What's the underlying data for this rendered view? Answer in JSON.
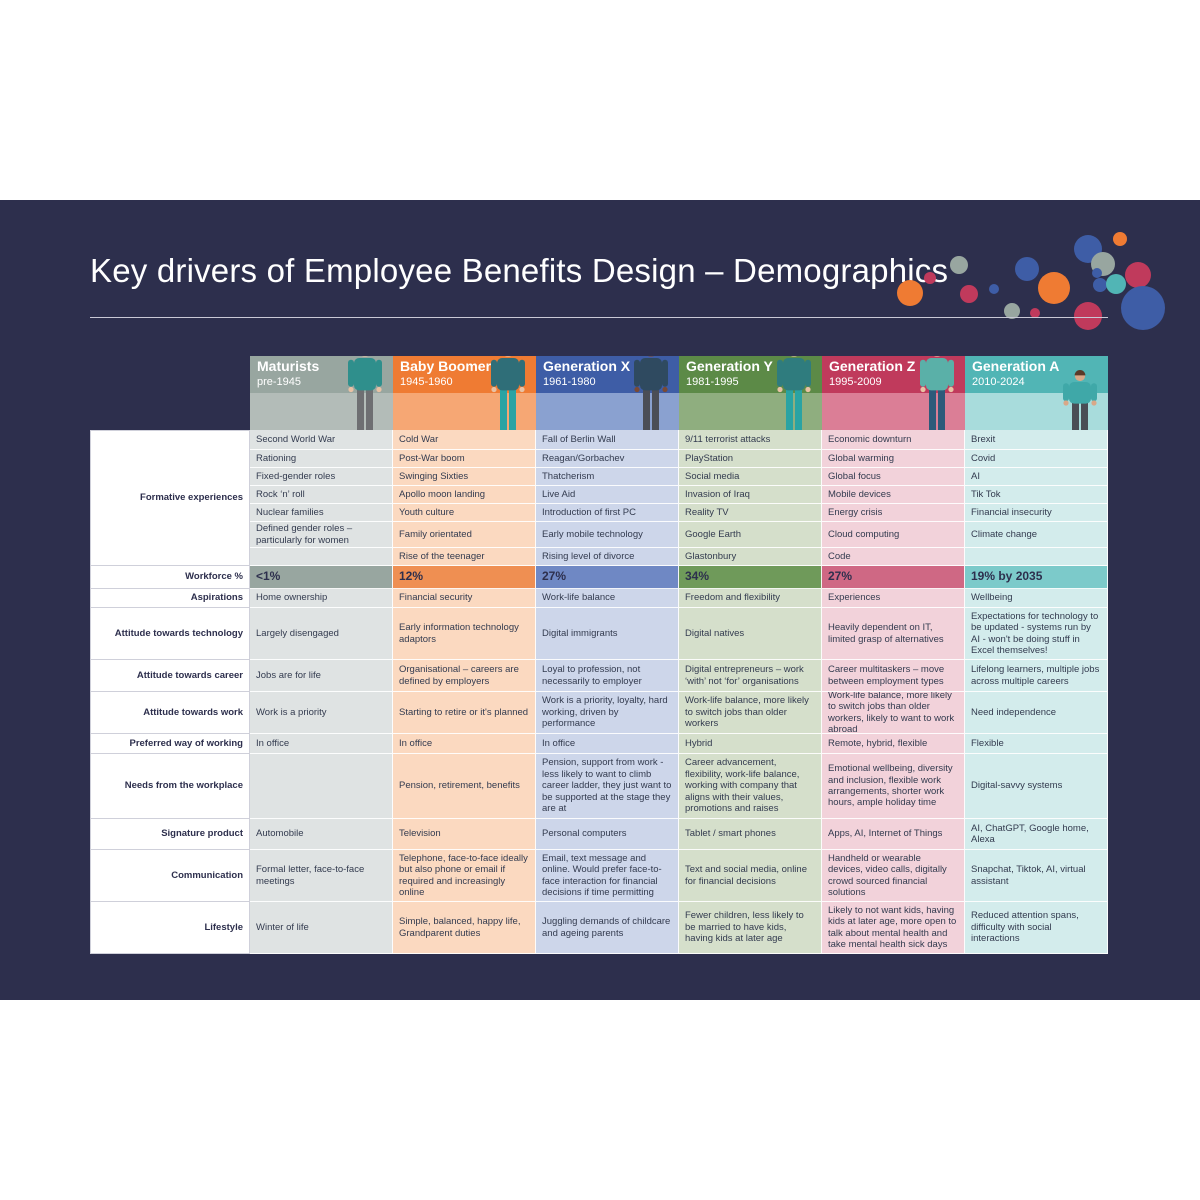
{
  "title": "Key drivers of Employee Benefits Design – Demographics",
  "colors": {
    "background": "#2d2f4d",
    "maturists": "#98a6a0",
    "baby_boomers": "#ef7b33",
    "generation_x": "#3e5da6",
    "generation_y": "#5c8a47",
    "generation_z": "#c03a5c",
    "generation_a": "#51b5b5"
  },
  "generations": [
    {
      "name": "Maturists",
      "years": "pre-1945",
      "icon": "elderly-man-figure"
    },
    {
      "name": "Baby Boomers",
      "years": "1945-1960",
      "icon": "older-woman-figure"
    },
    {
      "name": "Generation X",
      "years": "1961-1980",
      "icon": "woman-figure"
    },
    {
      "name": "Generation Y",
      "years": "1981-1995",
      "icon": "man-figure"
    },
    {
      "name": "Generation Z",
      "years": "1995-2009",
      "icon": "young-woman-figure"
    },
    {
      "name": "Generation A",
      "years": "2010-2024",
      "icon": "child-figure"
    }
  ],
  "formative_label": "Formative experiences",
  "formative": [
    [
      "Second World War",
      "Cold War",
      "Fall of Berlin Wall",
      "9/11 terrorist attacks",
      "Economic downturn",
      "Brexit"
    ],
    [
      "Rationing",
      "Post-War boom",
      "Reagan/Gorbachev",
      "PlayStation",
      "Global warming",
      "Covid"
    ],
    [
      "Fixed-gender roles",
      "Swinging Sixties",
      "Thatcherism",
      "Social media",
      "Global focus",
      "AI"
    ],
    [
      "Rock ‘n’ roll",
      "Apollo moon landing",
      "Live Aid",
      "Invasion of Iraq",
      "Mobile devices",
      "Tik Tok"
    ],
    [
      "Nuclear families",
      "Youth culture",
      "Introduction of first PC",
      "Reality TV",
      "Energy crisis",
      "Financial insecurity"
    ],
    [
      "Defined gender roles – particularly for women",
      "Family orientated",
      "Early mobile technology",
      "Google Earth",
      "Cloud computing",
      "Climate change"
    ],
    [
      "",
      "Rise of the teenager",
      "Rising level of divorce",
      "Glastonbury",
      "Code",
      ""
    ]
  ],
  "workforce": {
    "label": "Workforce %",
    "values": [
      "<1%",
      "12%",
      "27%",
      "34%",
      "27%",
      "19% by 2035"
    ]
  },
  "rows": [
    {
      "label": "Aspirations",
      "values": [
        "Home ownership",
        "Financial security",
        "Work-life balance",
        "Freedom and flexibility",
        "Experiences",
        "Wellbeing"
      ]
    },
    {
      "label": "Attitude towards technology",
      "values": [
        "Largely disengaged",
        "Early information technology adaptors",
        "Digital immigrants",
        "Digital natives",
        "Heavily dependent on IT, limited grasp of alternatives",
        "Expectations for technology to be updated - systems run by AI - won't be doing stuff in Excel themselves!"
      ]
    },
    {
      "label": "Attitude towards career",
      "values": [
        "Jobs are for life",
        "Organisational – careers are defined by employers",
        "Loyal to profession, not necessarily to employer",
        "Digital entrepreneurs – work ‘with’ not ‘for’ organisations",
        "Career multitaskers – move between employment types",
        "Lifelong learners, multiple jobs across multiple careers"
      ]
    },
    {
      "label": "Attitude towards work",
      "values": [
        "Work is a priority",
        "Starting to retire or it's planned",
        "Work is a priority, loyalty, hard working, driven by performance",
        "Work-life balance, more likely to switch jobs than older workers",
        "Work-life balance, more likely to switch jobs than older workers, likely to want to work abroad",
        "Need independence"
      ]
    },
    {
      "label": "Preferred way of working",
      "values": [
        "In office",
        "In office",
        "In office",
        "Hybrid",
        "Remote, hybrid, flexible",
        "Flexible"
      ]
    },
    {
      "label": "Needs from the workplace",
      "values": [
        "",
        "Pension, retirement, benefits",
        "Pension, support from work - less likely to want to climb career ladder, they just want to be supported at the stage they are at",
        "Career advancement, flexibility, work-life balance, working with company that aligns with their values, promotions and raises",
        "Emotional wellbeing, diversity and inclusion, flexible work arrangements, shorter work hours, ample holiday time",
        "Digital-savvy systems"
      ]
    },
    {
      "label": "Signature product",
      "values": [
        "Automobile",
        "Television",
        "Personal computers",
        "Tablet / smart phones",
        "Apps, AI, Internet of Things",
        "AI, ChatGPT, Google home, Alexa"
      ]
    },
    {
      "label": "Communication",
      "values": [
        "Formal letter, face-to-face meetings",
        "Telephone, face-to-face ideally but also phone or email if required and increasingly online",
        "Email, text message and online. Would prefer face-to-face interaction for financial decisions if time permitting",
        "Text and social media, online for financial decisions",
        "Handheld or wearable devices, video calls, digitally crowd sourced financial solutions",
        "Snapchat, Tiktok, AI, virtual assistant"
      ]
    },
    {
      "label": "Lifestyle",
      "values": [
        "Winter of life",
        "Simple, balanced, happy life, Grandparent duties",
        "Juggling demands of childcare and ageing parents",
        "Fewer children, less likely to be married to have kids, having kids at later age",
        "Likely to not want kids, having kids at later age, more open to talk about mental health and take mental health sick days",
        "Reduced attention spans, difficulty with social interactions"
      ]
    }
  ]
}
